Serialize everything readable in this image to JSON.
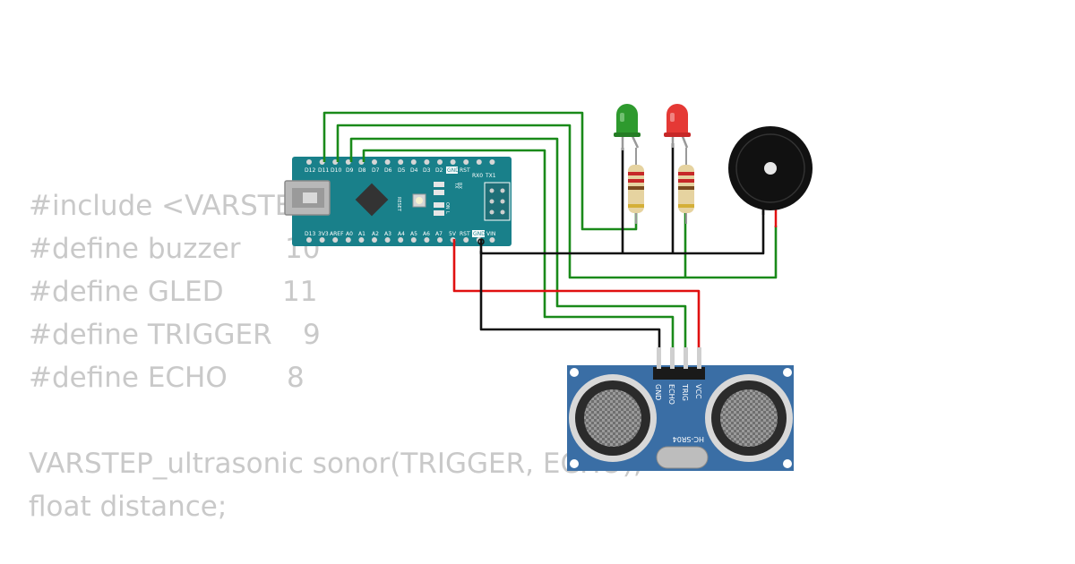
{
  "code": {
    "lines": [
      "#include <VARSTEP_ultrasonic.h>",
      "#define buzzer",
      "#define GLED",
      "#define TRIGGER",
      "#define ECHO",
      "",
      "VARSTEP_ultrasonic sonor(TRIGGER, ECHO);",
      "float distance;"
    ],
    "values": {
      "buzzer": "10",
      "gled": "11",
      "trigger": "9",
      "echo": "8"
    }
  },
  "nano": {
    "top_pins": [
      "D12",
      "D11",
      "D10",
      "D9",
      "D8",
      "D7",
      "D6",
      "D5",
      "D4",
      "D3",
      "D2",
      "GND",
      "RST",
      "RX0",
      "TX1"
    ],
    "bottom_pins": [
      "D13",
      "3V3",
      "AREF",
      "A0",
      "A1",
      "A2",
      "A3",
      "A4",
      "A5",
      "A6",
      "A7",
      "5V",
      "RST",
      "GND",
      "VIN"
    ],
    "reset_label": "RESET",
    "led_labels": [
      "TX",
      "RX",
      "ON",
      "L"
    ]
  },
  "sensor": {
    "name": "HC-SR04",
    "pins": [
      "GND",
      "ECHO",
      "TRIG",
      "VCC"
    ]
  },
  "colors": {
    "wire_green": "#1a8a1a",
    "wire_red": "#e01010",
    "wire_black": "#111111",
    "nano_board": "#19808a",
    "sensor_board": "#3a6ea5",
    "led_green": "#2e9a2e",
    "led_red": "#e53935"
  }
}
